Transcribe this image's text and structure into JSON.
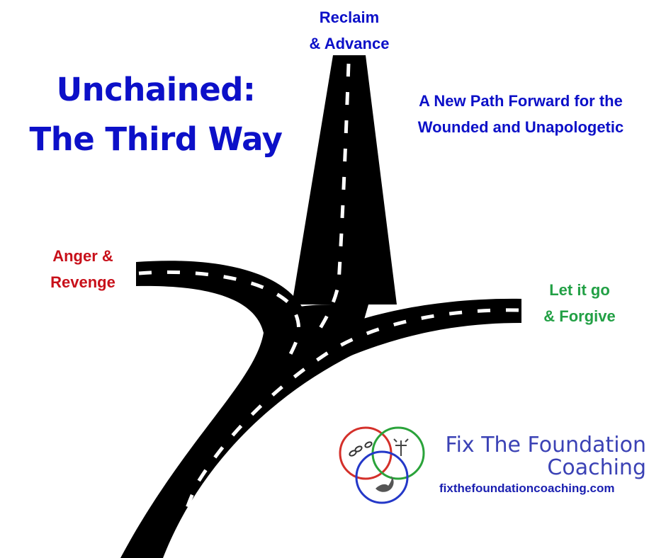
{
  "title": {
    "line1": "Unchained:",
    "line2": "The Third Way"
  },
  "subtitle": {
    "line1": "A New Path Forward for the",
    "line2": "Wounded and Unapologetic"
  },
  "paths": {
    "top": {
      "line1": "Reclaim",
      "line2": "& Advance"
    },
    "left": {
      "line1": "Anger &",
      "line2": "Revenge"
    },
    "right": {
      "line1": "Let it go",
      "line2": "& Forgive"
    }
  },
  "logo": {
    "name_line1": "Fix The Foundation",
    "name_line2": "Coaching",
    "url": "fixthefoundationcoaching.com",
    "circle_colors": [
      "#d4302a",
      "#2aa33a",
      "#2438c8"
    ],
    "icons": [
      "broken-chain-icon",
      "cross-icon",
      "dove-icon"
    ]
  },
  "colors": {
    "title": "#0c10c8",
    "anger": "#c8101a",
    "forgive": "#22a045",
    "road": "#000000"
  }
}
